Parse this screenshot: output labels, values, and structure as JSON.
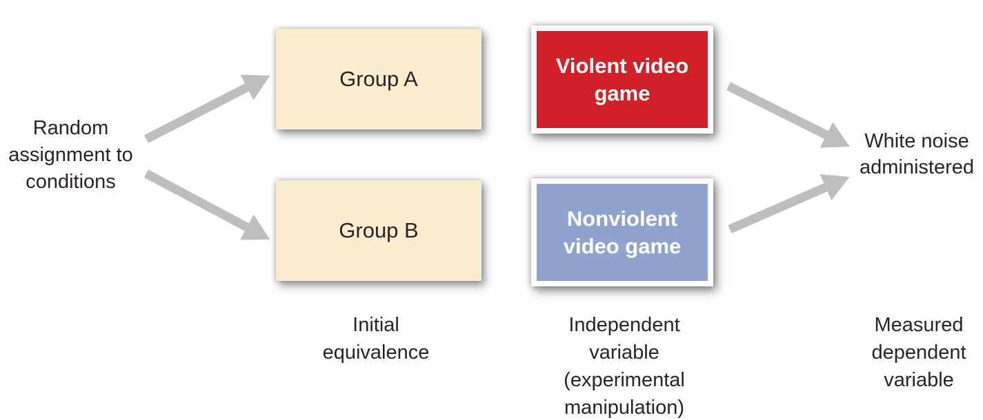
{
  "diagram": {
    "title_semantics": "experimental design flow diagram",
    "left_label": "Random\nassignment to\nconditions",
    "boxes": {
      "group_a": {
        "label": "Group A",
        "fill": "#FBEED0"
      },
      "group_b": {
        "label": "Group B",
        "fill": "#FBEED0"
      },
      "violent": {
        "label": "Violent video\ngame",
        "fill": "#D22028"
      },
      "nonviolent": {
        "label": "Nonviolent\nvideo game",
        "fill": "#8FA3CE"
      }
    },
    "right_label": "White noise\nadministered",
    "captions": {
      "initial_equivalence": "Initial\nequivalence",
      "independent_variable": "Independent\nvariable\n(experimental\nmanipulation)",
      "dependent_variable": "Measured\ndependent\nvariable"
    },
    "colors": {
      "cream_box": "#FBEED0",
      "red_box": "#D22028",
      "blue_box": "#8FA3CE",
      "arrow_gray": "#BCBEC0",
      "text_dark": "#2A2523",
      "box_text_white": "#FFFFFF",
      "background": "#FFFFFF"
    }
  }
}
